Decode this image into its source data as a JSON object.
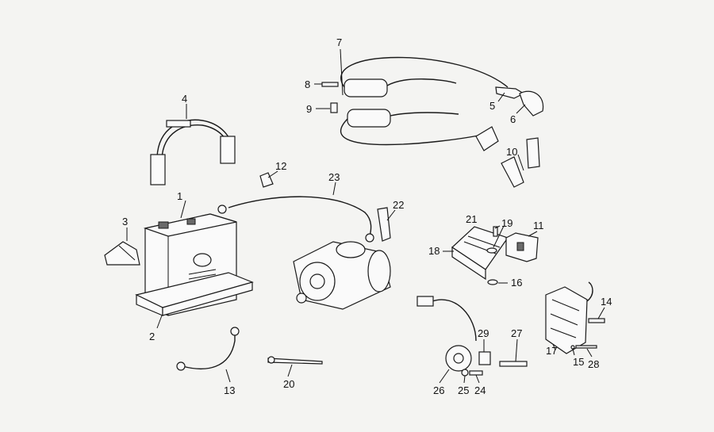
{
  "diagram": {
    "callouts": [
      {
        "id": "c1",
        "text": "1"
      },
      {
        "id": "c2",
        "text": "2"
      },
      {
        "id": "c3",
        "text": "3"
      },
      {
        "id": "c4",
        "text": "4"
      },
      {
        "id": "c5",
        "text": "5"
      },
      {
        "id": "c6",
        "text": "6"
      },
      {
        "id": "c7",
        "text": "7"
      },
      {
        "id": "c8",
        "text": "8"
      },
      {
        "id": "c9",
        "text": "9"
      },
      {
        "id": "c10",
        "text": "10"
      },
      {
        "id": "c11",
        "text": "11"
      },
      {
        "id": "c12",
        "text": "12"
      },
      {
        "id": "c13",
        "text": "13"
      },
      {
        "id": "c14",
        "text": "14"
      },
      {
        "id": "c15",
        "text": "15"
      },
      {
        "id": "c16",
        "text": "16"
      },
      {
        "id": "c17",
        "text": "17"
      },
      {
        "id": "c18",
        "text": "18"
      },
      {
        "id": "c19",
        "text": "19"
      },
      {
        "id": "c20",
        "text": "20"
      },
      {
        "id": "c21",
        "text": "21"
      },
      {
        "id": "c22",
        "text": "22"
      },
      {
        "id": "c23",
        "text": "23"
      },
      {
        "id": "c24",
        "text": "24"
      },
      {
        "id": "c25",
        "text": "25"
      },
      {
        "id": "c26",
        "text": "26"
      },
      {
        "id": "c27",
        "text": "27"
      },
      {
        "id": "c28",
        "text": "28"
      },
      {
        "id": "c29",
        "text": "29"
      }
    ]
  }
}
